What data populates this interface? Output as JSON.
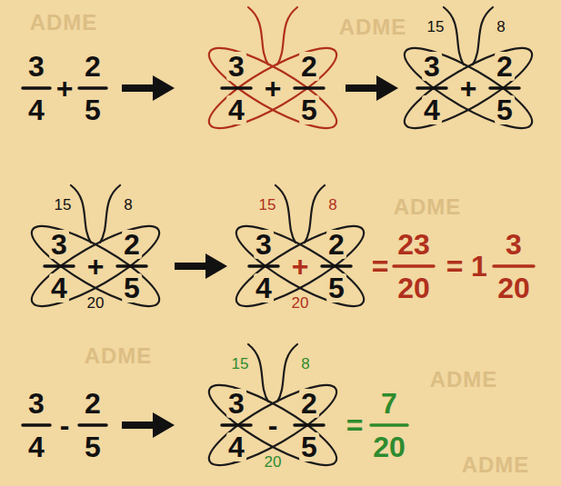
{
  "diagram": {
    "labels": [
      "3",
      "4",
      "+",
      "2",
      "5",
      "3",
      "4",
      "+",
      "2",
      "5",
      "15",
      "8",
      "3",
      "4",
      "+",
      "2",
      "5",
      "15",
      "8",
      "3",
      "4",
      "+",
      "2",
      "5",
      "20",
      "15",
      "8",
      "3",
      "4",
      "+",
      "2",
      "5",
      "20",
      "=",
      "23",
      "20",
      "=",
      "1",
      "3",
      "20",
      "3",
      "4",
      "-",
      "2",
      "5",
      "15",
      "8",
      "3",
      "4",
      "-",
      "2",
      "5",
      "20",
      "=",
      "7",
      "20",
      "ADME",
      "ADME",
      "ADME",
      "ADME",
      "ADME",
      "ADME"
    ]
  }
}
